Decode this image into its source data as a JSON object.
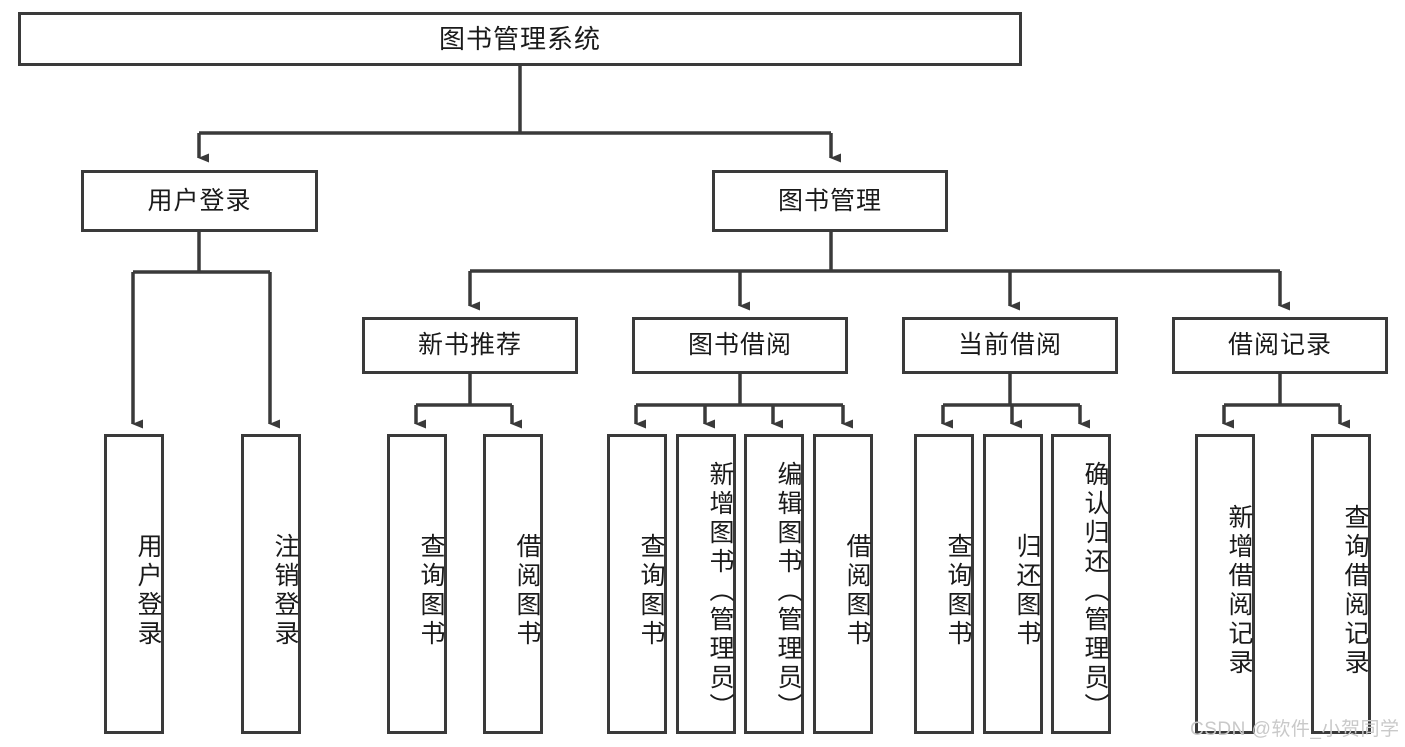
{
  "diagram": {
    "title": "图书管理系统",
    "type": "tree-hierarchy",
    "orientation": "top-down",
    "colors": {
      "stroke": "#3a3a3a",
      "fill": "#ffffff",
      "text": "#1a1a1a",
      "watermark": "#c9c9c9",
      "background": "#ffffff"
    },
    "watermark": "CSDN @软件_小贺同学"
  },
  "nodes": {
    "root": {
      "label": "图书管理系统",
      "level": 1
    },
    "level2": [
      {
        "id": "user-login",
        "label": "用户登录"
      },
      {
        "id": "book-management",
        "label": "图书管理"
      }
    ],
    "level3": [
      {
        "id": "new-book-recommend",
        "label": "新书推荐",
        "parent": "book-management"
      },
      {
        "id": "book-borrow",
        "label": "图书借阅",
        "parent": "book-management"
      },
      {
        "id": "current-borrow",
        "label": "当前借阅",
        "parent": "book-management"
      },
      {
        "id": "borrow-record",
        "label": "借阅记录",
        "parent": "book-management"
      }
    ],
    "leaves": [
      {
        "id": "leaf-user-login",
        "label": "用户登录",
        "parent": "user-login"
      },
      {
        "id": "leaf-logout",
        "label": "注销登录",
        "parent": "user-login"
      },
      {
        "id": "leaf-query-book-1",
        "label": "查询图书",
        "parent": "new-book-recommend"
      },
      {
        "id": "leaf-borrow-book-1",
        "label": "借阅图书",
        "parent": "new-book-recommend"
      },
      {
        "id": "leaf-query-book-2",
        "label": "查询图书",
        "parent": "book-borrow"
      },
      {
        "id": "leaf-add-book",
        "label": "新增图书（管理员）",
        "parent": "book-borrow"
      },
      {
        "id": "leaf-edit-book",
        "label": "编辑图书（管理员）",
        "parent": "book-borrow"
      },
      {
        "id": "leaf-borrow-book-2",
        "label": "借阅图书",
        "parent": "book-borrow"
      },
      {
        "id": "leaf-query-book-3",
        "label": "查询图书",
        "parent": "current-borrow"
      },
      {
        "id": "leaf-return-book",
        "label": "归还图书",
        "parent": "current-borrow"
      },
      {
        "id": "leaf-confirm-return",
        "label": "确认归还（管理员）",
        "parent": "current-borrow"
      },
      {
        "id": "leaf-add-record",
        "label": "新增借阅记录",
        "parent": "borrow-record"
      },
      {
        "id": "leaf-query-record",
        "label": "查询借阅记录",
        "parent": "borrow-record"
      }
    ]
  }
}
